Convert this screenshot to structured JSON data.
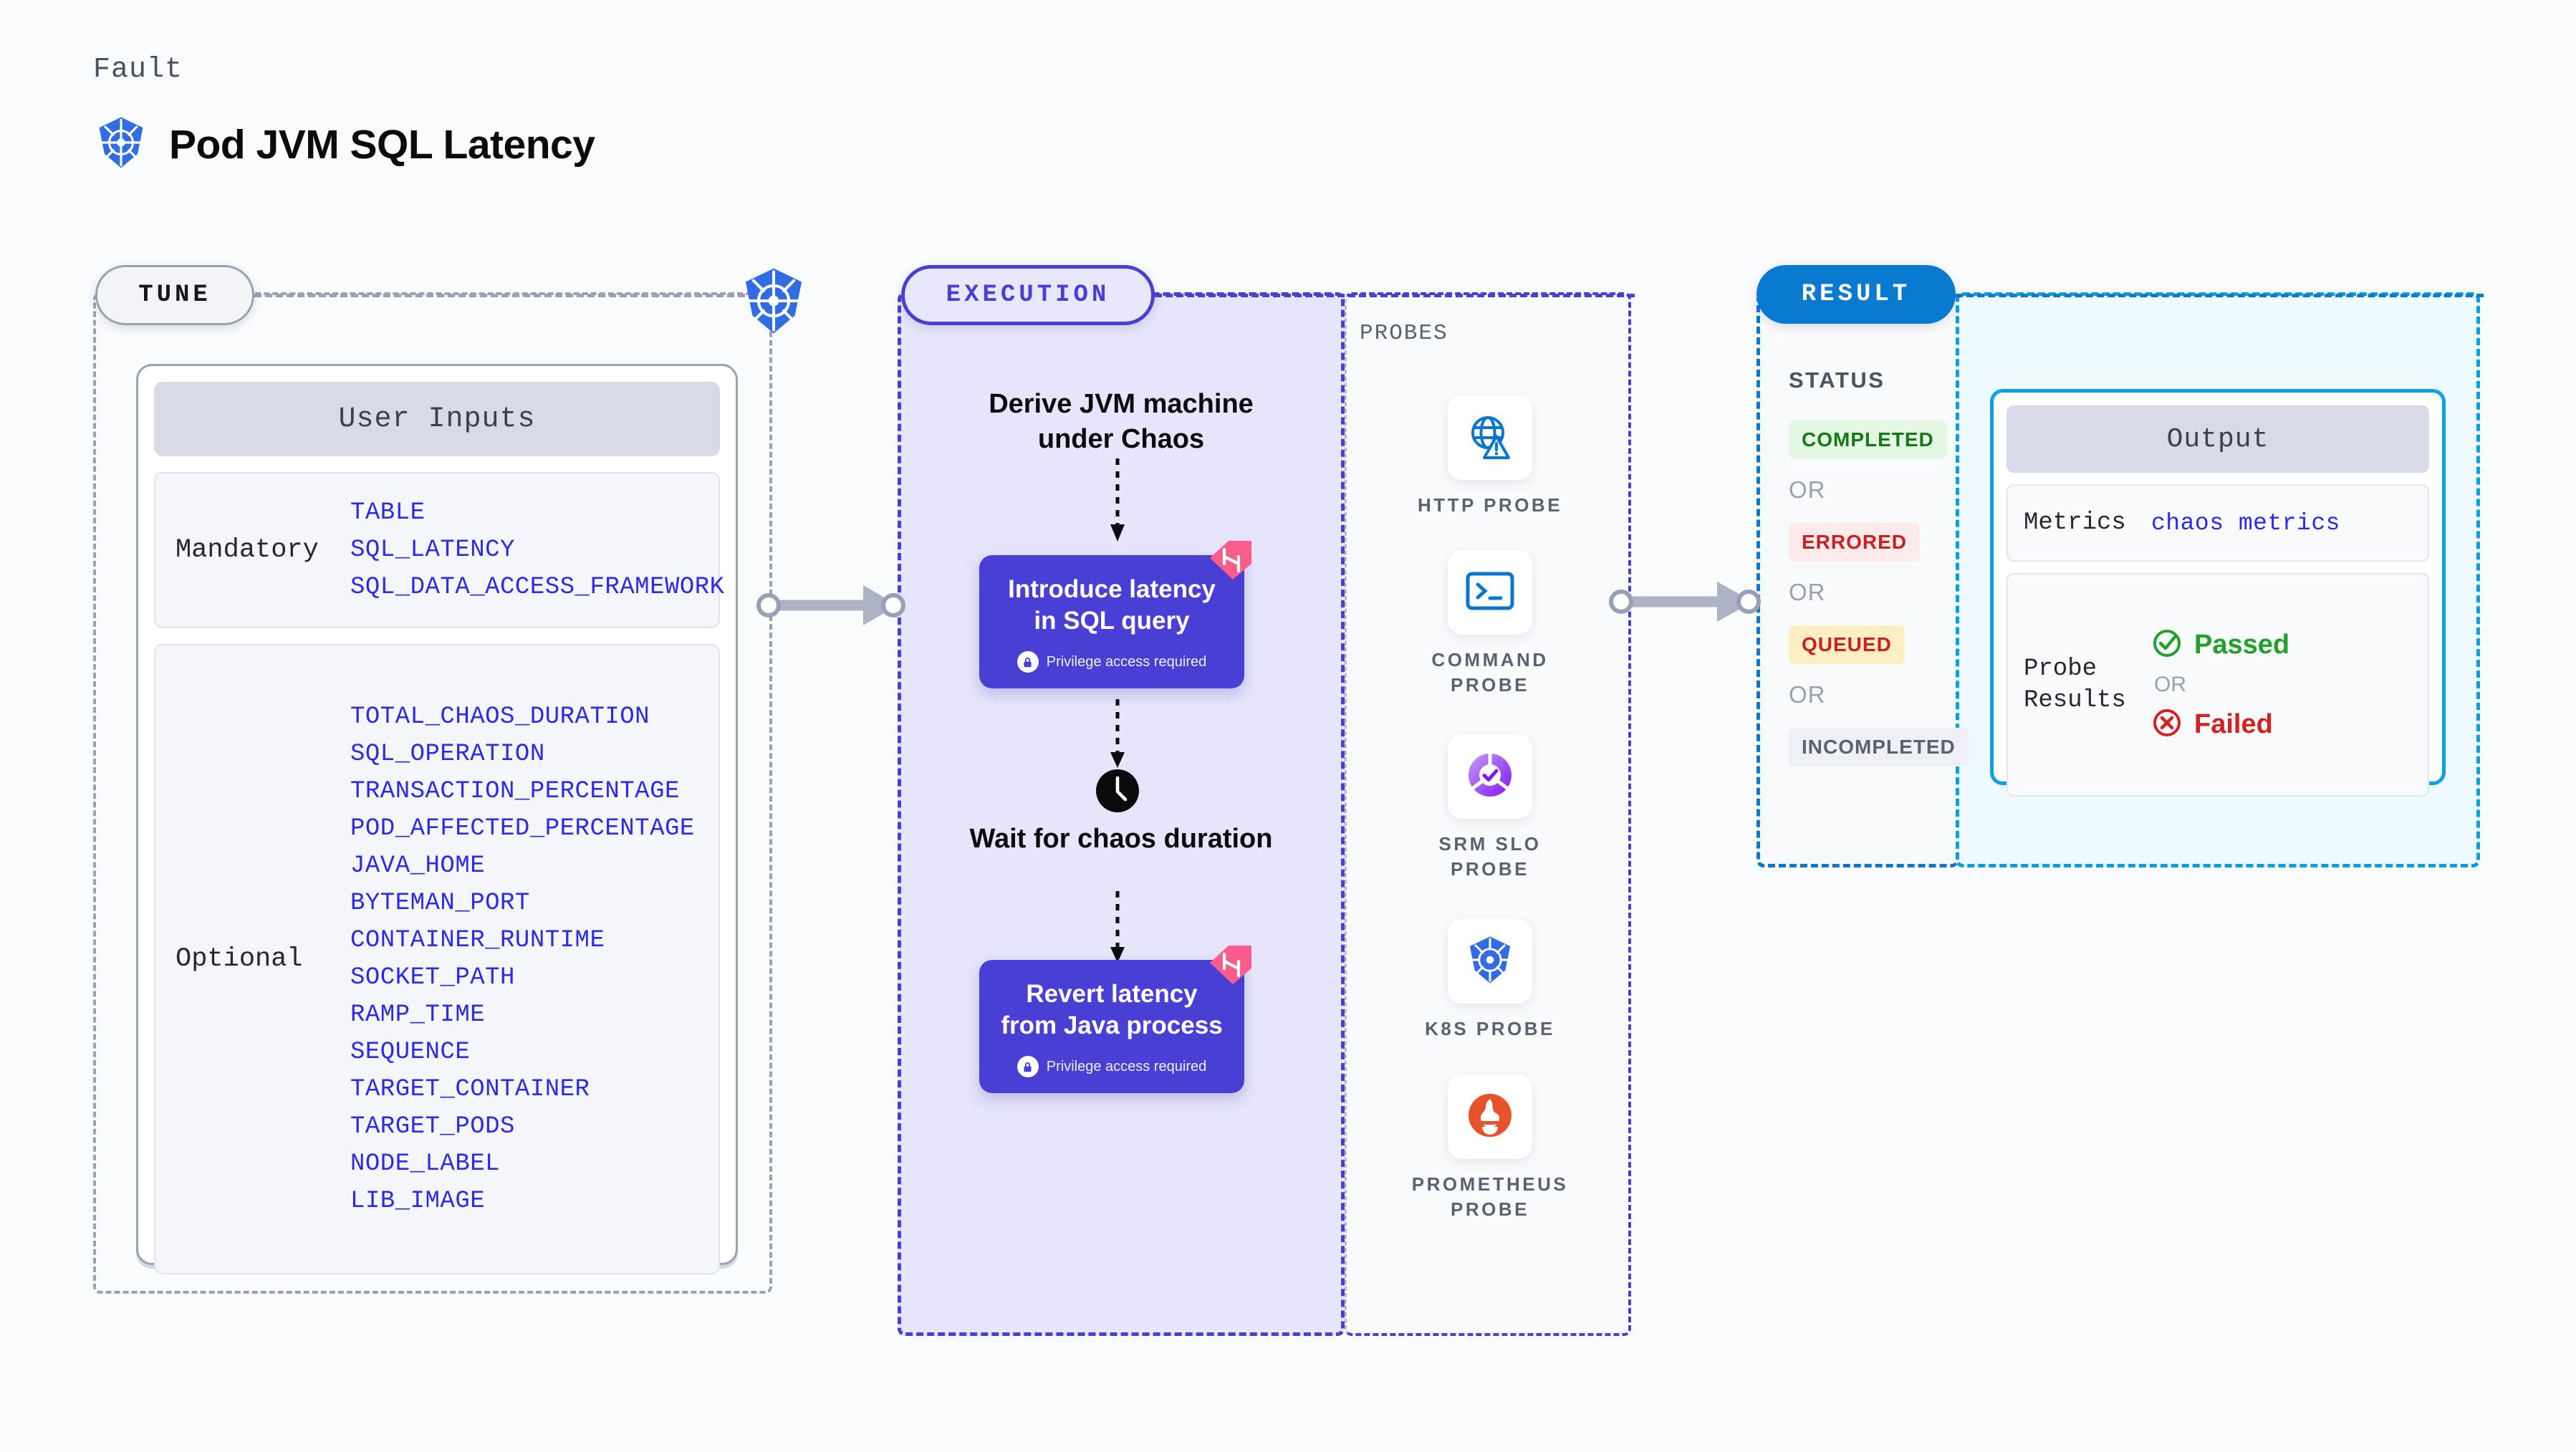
{
  "header": {
    "kicker": "Fault",
    "title": "Pod JVM SQL Latency",
    "icon": "kubernetes-icon"
  },
  "colors": {
    "page_background": "#f9fbfd",
    "tune_border": "#9aa2b1",
    "execution_accent": "#4a3fd4",
    "execution_background": "#e6e5fb",
    "result_accent": "#0a7ad1",
    "output_accent": "#0aa2e3",
    "output_background": "#eefaff",
    "param_text": "#2b2ae8",
    "harness_badge": "#fb5c8e"
  },
  "tune": {
    "pill_label": "TUNE",
    "card_title": "User Inputs",
    "groups": [
      {
        "label": "Mandatory",
        "params": [
          "TABLE",
          "SQL_LATENCY",
          "SQL_DATA_ACCESS_FRAMEWORK"
        ]
      },
      {
        "label": "Optional",
        "params": [
          "TOTAL_CHAOS_DURATION",
          "SQL_OPERATION",
          "TRANSACTION_PERCENTAGE",
          "POD_AFFECTED_PERCENTAGE",
          "JAVA_HOME",
          "BYTEMAN_PORT",
          "CONTAINER_RUNTIME",
          "SOCKET_PATH",
          "RAMP_TIME",
          "SEQUENCE",
          "TARGET_CONTAINER",
          "TARGET_PODS",
          "NODE_LABEL",
          "LIB_IMAGE"
        ]
      }
    ]
  },
  "execution": {
    "pill_label": "EXECUTION",
    "steps": [
      {
        "kind": "text",
        "label": "Derive JVM machine under Chaos"
      },
      {
        "kind": "card",
        "label": "Introduce latency in SQL query",
        "privilege": "Privilege access required",
        "badge": "harness-icon"
      },
      {
        "kind": "text",
        "label": "Wait for chaos duration",
        "icon": "clock-icon"
      },
      {
        "kind": "card",
        "label": "Revert latency from Java process",
        "privilege": "Privilege access required",
        "badge": "harness-icon"
      }
    ]
  },
  "probes": {
    "label": "PROBES",
    "items": [
      {
        "name": "HTTP PROBE",
        "icon": "globe-warning-icon"
      },
      {
        "name": "COMMAND PROBE",
        "icon": "terminal-icon"
      },
      {
        "name": "SRM SLO PROBE",
        "icon": "slo-check-icon"
      },
      {
        "name": "K8S PROBE",
        "icon": "kubernetes-icon"
      },
      {
        "name": "PROMETHEUS PROBE",
        "icon": "prometheus-icon"
      }
    ]
  },
  "result": {
    "pill_label": "RESULT",
    "status_label": "STATUS",
    "or_label": "OR",
    "statuses": [
      "COMPLETED",
      "ERRORED",
      "QUEUED",
      "INCOMPLETED"
    ]
  },
  "output": {
    "title": "Output",
    "metrics_label": "Metrics",
    "metrics_value": "chaos metrics",
    "probe_results_label": "Probe Results",
    "passed_label": "Passed",
    "failed_label": "Failed",
    "or_label": "OR"
  }
}
